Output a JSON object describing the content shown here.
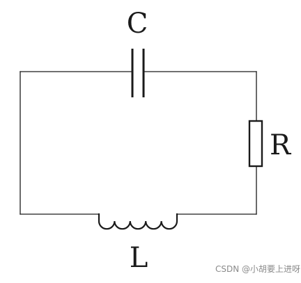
{
  "labels": {
    "capacitor": "C",
    "resistor": "R",
    "inductor": "L"
  },
  "watermark": "CSDN @小胡要上进呀"
}
